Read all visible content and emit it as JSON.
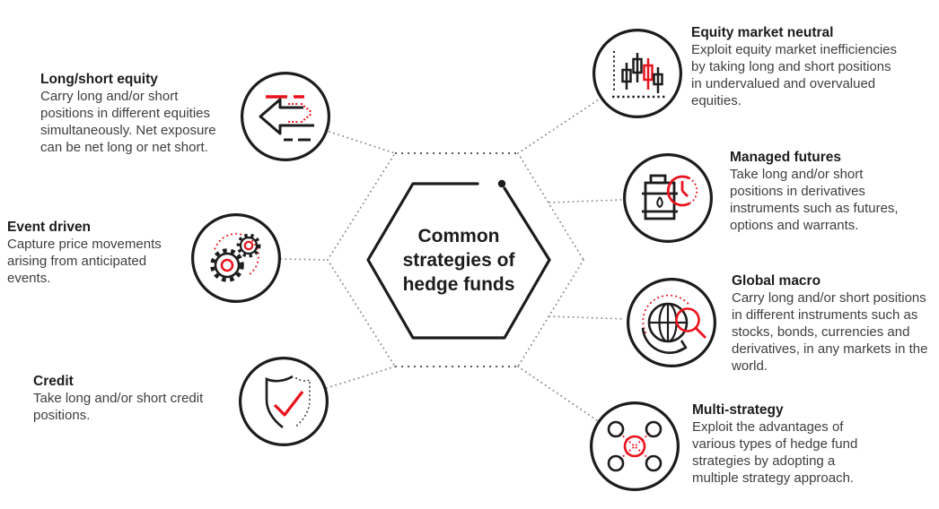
{
  "colors": {
    "accent": "#e8131d",
    "ink": "#1c1c1c",
    "body_text": "#3e3e40",
    "connector": "#8c8c8c",
    "connector_dark": "#5a5a5a",
    "background": "#ffffff"
  },
  "center": {
    "title": "Common\nstrategies of\nhedge funds"
  },
  "strategies": [
    {
      "id": "long-short-equity",
      "title": "Long/short equity",
      "description": "Carry long and/or short\npositions in different equities\nsimultaneously. Net exposure\ncan be net long or net short.",
      "icon": "long-short-arrows-icon"
    },
    {
      "id": "event-driven",
      "title": "Event driven",
      "description": "Capture price movements\narising from anticipated\nevents.",
      "icon": "gears-icon"
    },
    {
      "id": "credit",
      "title": "Credit",
      "description": "Take long and/or short credit\npositions.",
      "icon": "shield-check-icon"
    },
    {
      "id": "equity-market-neutral",
      "title": "Equity market neutral",
      "description": "Exploit equity market inefficiencies\nby taking long and short positions\nin undervalued and overvalued\nequities.",
      "icon": "candlestick-chart-icon"
    },
    {
      "id": "managed-futures",
      "title": "Managed futures",
      "description": "Take long and/or short\npositions in derivatives\ninstruments such as futures,\noptions and warrants.",
      "icon": "barrel-clock-icon"
    },
    {
      "id": "global-macro",
      "title": "Global macro",
      "description": "Carry long and/or short positions\nin different instruments such as\nstocks, bonds, currencies and\nderivatives, in any markets in the\nworld.",
      "icon": "globe-magnifier-icon"
    },
    {
      "id": "multi-strategy",
      "title": "Multi-strategy",
      "description": "Exploit the advantages of\nvarious types of hedge fund\nstrategies by adopting a\nmultiple strategy approach.",
      "icon": "network-circles-icon"
    }
  ]
}
